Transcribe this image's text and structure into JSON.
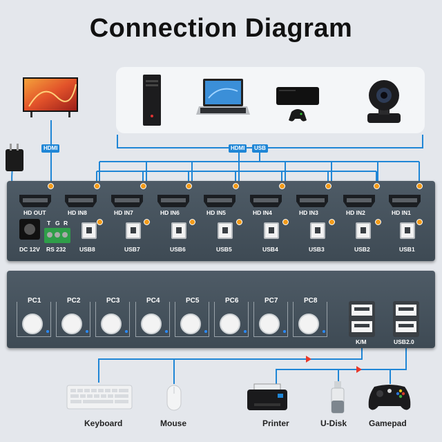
{
  "title": "Connection Diagram",
  "cable_tags": {
    "tv_hdmi": "HDMI",
    "pc_hdmi": "HDMI",
    "pc_usb": "USB"
  },
  "back_panel": {
    "hd_out": "HD OUT",
    "hd_in": [
      "HD IN8",
      "HD IN7",
      "HD IN6",
      "HD IN5",
      "HD IN4",
      "HD IN3",
      "HD IN2",
      "HD IN1"
    ],
    "usb": [
      "USB8",
      "USB7",
      "USB6",
      "USB5",
      "USB4",
      "USB3",
      "USB2",
      "USB1"
    ],
    "power": "DC 12V",
    "rs232": "RS 232",
    "rs232_pins": [
      "T",
      "G",
      "R"
    ]
  },
  "front_panel": {
    "pc_buttons": [
      "PC1",
      "PC2",
      "PC3",
      "PC4",
      "PC5",
      "PC6",
      "PC7",
      "PC8"
    ],
    "km_port": "K/M",
    "usb2_port": "USB2.0"
  },
  "peripherals": {
    "keyboard": "Keyboard",
    "mouse": "Mouse",
    "printer": "Printer",
    "udisk": "U-Disk",
    "gamepad": "Gamepad"
  },
  "colors": {
    "wire": "#1f86d6",
    "port_dot": "#f39b1a",
    "panel": "#46525c",
    "arrow": "#e8392b"
  }
}
